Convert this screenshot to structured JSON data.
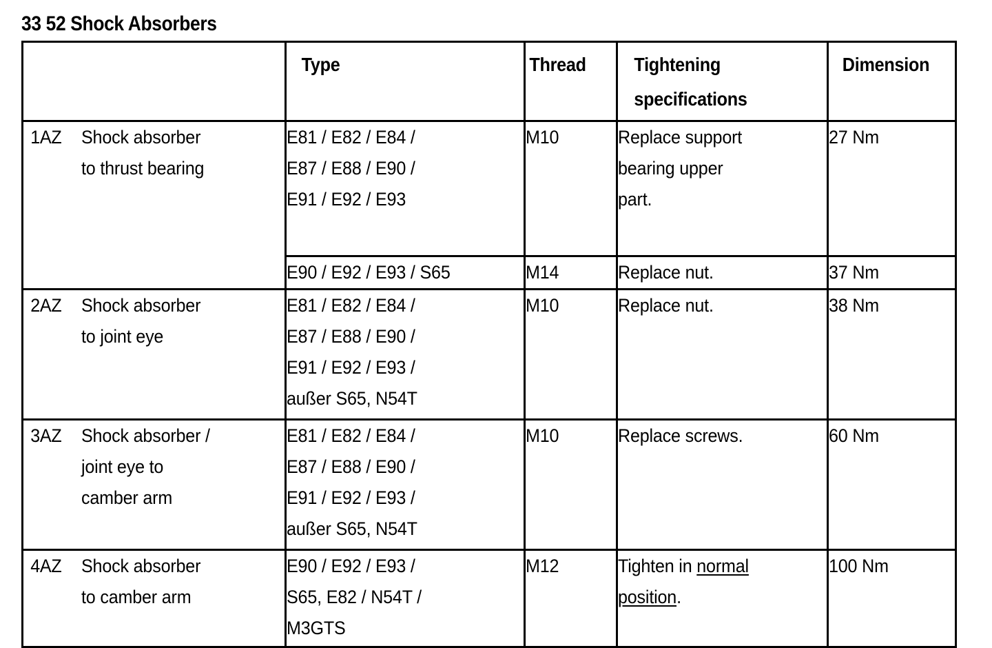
{
  "document": {
    "title": "33 52 Shock Absorbers"
  },
  "table": {
    "headers": {
      "item": "",
      "type": "Type",
      "thread": "Thread",
      "specifications_line1": "Tightening",
      "specifications_line2": "specifications",
      "dimension": "Dimension"
    },
    "rows": [
      {
        "code": "1AZ",
        "description_lines": [
          "Shock absorber",
          "to thrust bearing"
        ],
        "entries": [
          {
            "type_lines": [
              "E81 / E82 / E84 /",
              "E87 / E88 / E90 /",
              "E91 / E92 / E93"
            ],
            "thread": "M10",
            "spec_lines": [
              "Replace support",
              "bearing upper",
              "part."
            ],
            "dimension": "27 Nm"
          },
          {
            "type_lines": [
              "E90 / E92 / E93 / S65"
            ],
            "thread": "M14",
            "spec_lines": [
              "Replace nut."
            ],
            "dimension": "37 Nm"
          }
        ]
      },
      {
        "code": "2AZ",
        "description_lines": [
          "Shock absorber",
          "to joint eye"
        ],
        "entries": [
          {
            "type_lines": [
              "E81 / E82 / E84 /",
              "E87 / E88 / E90 /",
              "E91 / E92 / E93 /",
              "außer S65, N54T"
            ],
            "thread": "M10",
            "spec_lines": [
              "Replace nut."
            ],
            "dimension": "38 Nm"
          }
        ]
      },
      {
        "code": "3AZ",
        "description_lines": [
          "Shock absorber /",
          "joint eye to",
          "camber arm"
        ],
        "entries": [
          {
            "type_lines": [
              "E81 / E82 / E84 /",
              "E87 / E88 / E90 /",
              "E91 / E92 / E93 /",
              "außer S65, N54T"
            ],
            "thread": "M10",
            "spec_lines": [
              "Replace screws."
            ],
            "dimension": "60 Nm"
          }
        ]
      },
      {
        "code": "4AZ",
        "description_lines": [
          "Shock absorber",
          "to camber arm"
        ],
        "entries": [
          {
            "type_lines": [
              "E90 / E92 / E93 /",
              "S65, E82 / N54T /",
              "M3GTS"
            ],
            "thread": "M12",
            "spec_line1_prefix": "Tighten in ",
            "spec_line1_underlined": "normal",
            "spec_line2_underlined": "position",
            "spec_line2_suffix": ".",
            "dimension": "100 Nm"
          }
        ]
      }
    ]
  },
  "colors": {
    "background": "#ffffff",
    "text": "#000000",
    "border": "#000000"
  }
}
